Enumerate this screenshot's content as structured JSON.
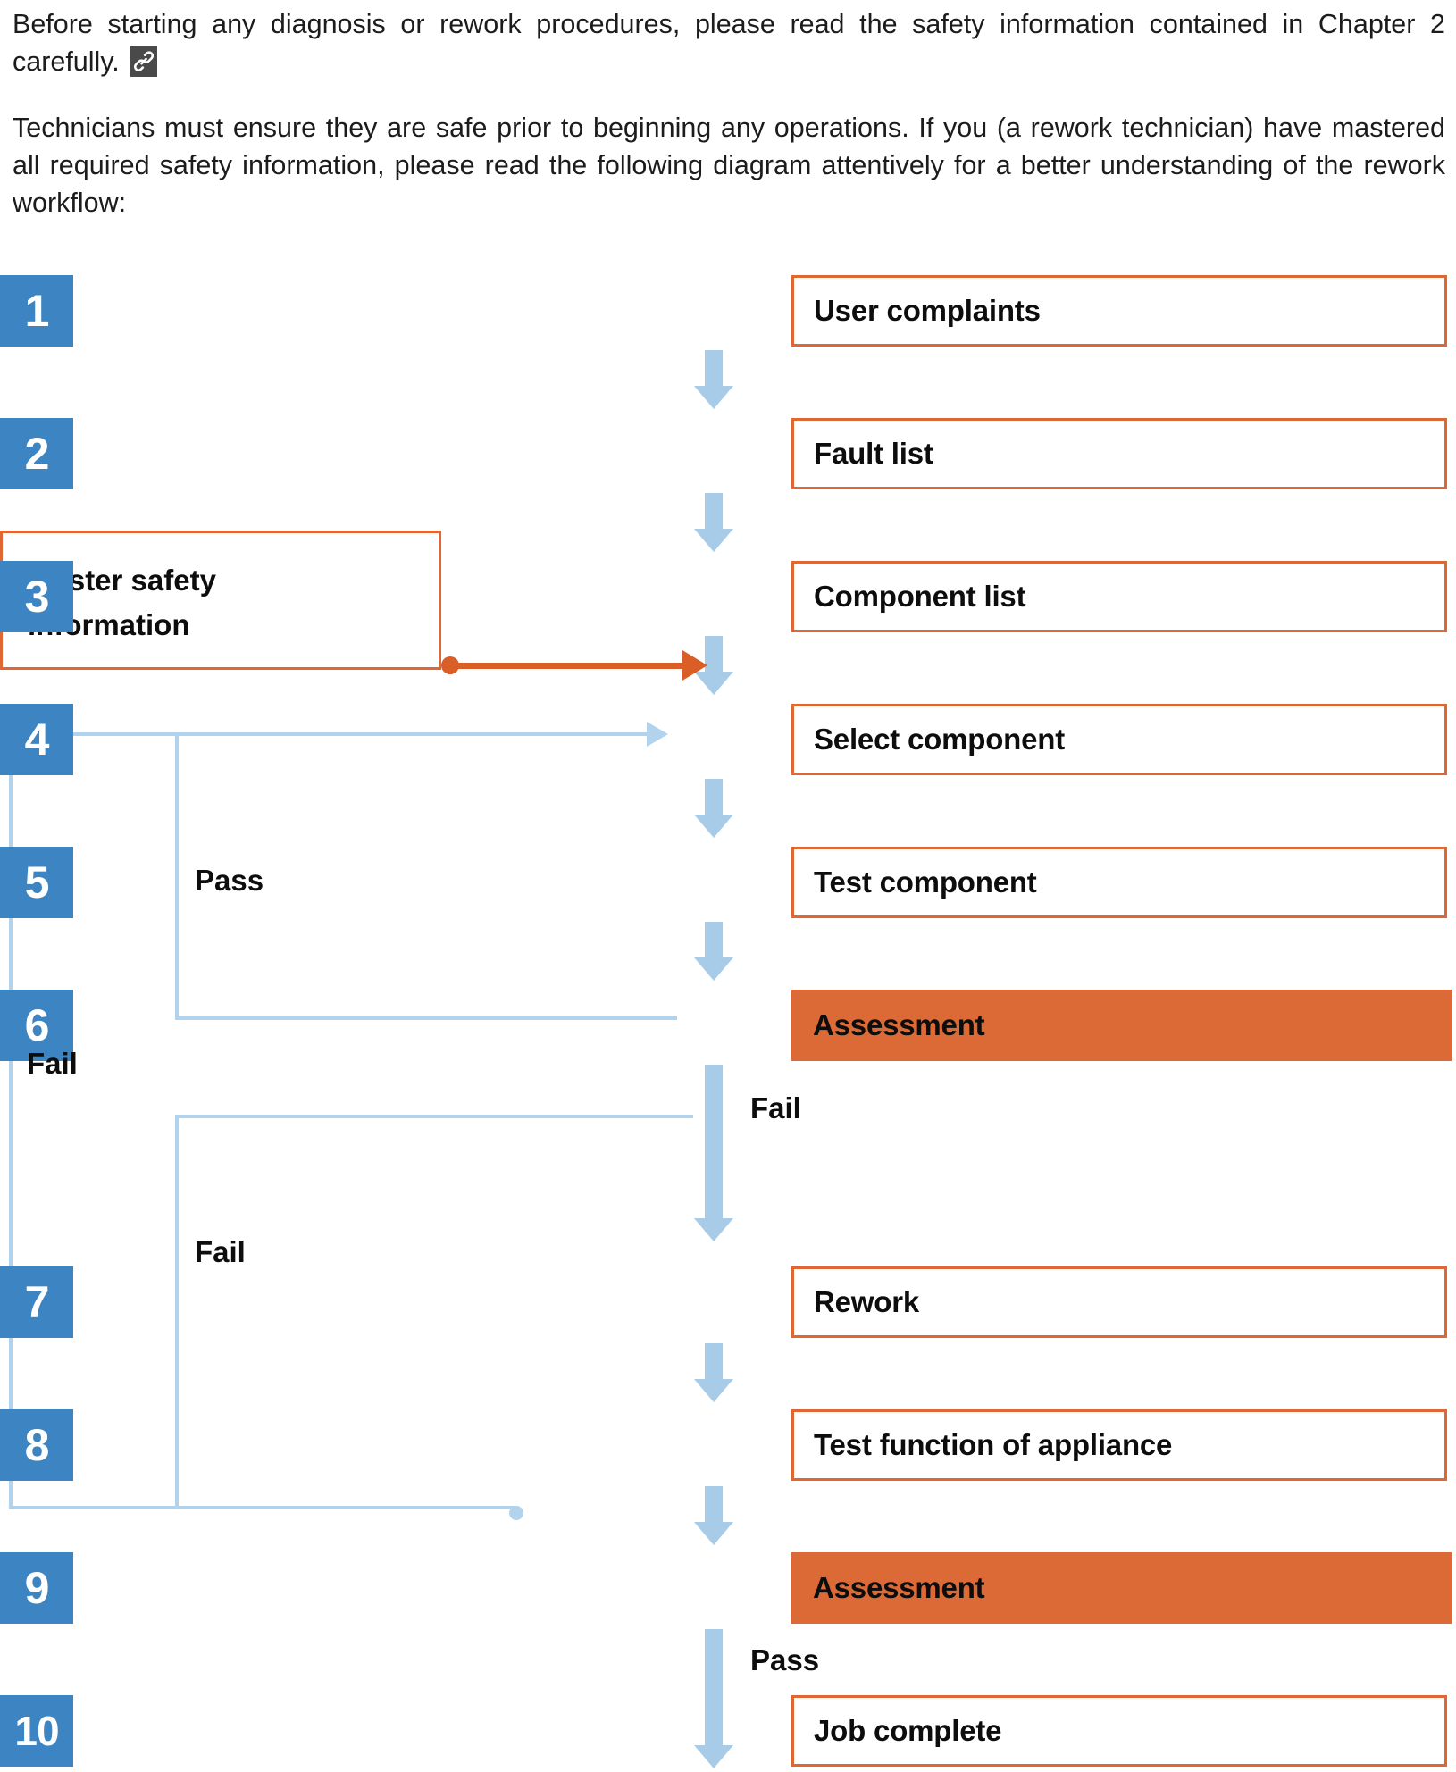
{
  "intro": {
    "paragraph_1_before_icon": "Before starting any diagnosis or rework procedures, please read the safety information contained in Chapter 2 carefully.",
    "link_icon_name": "link-icon",
    "paragraph_2": "Technicians must ensure they are safe prior to beginning any operations. If you (a rework technician) have mastered all required safety information, please read the following diagram attentively for a better understanding of the rework workflow:"
  },
  "colors": {
    "step_number_blue": "#3c85c2",
    "arrow_light_blue": "#a8cce8",
    "rail_light_blue": "#b2d3ed",
    "box_border_orange": "#df6733",
    "assessment_fill_orange": "#db6a36",
    "connector_orange": "#da5f27",
    "icon_gray": "#4a4a4a"
  },
  "flowchart": {
    "type": "flowchart",
    "side_box": {
      "line1": "Master safety",
      "line2": "information"
    },
    "steps": [
      {
        "number": "1",
        "label": "User complaints",
        "style": "outline"
      },
      {
        "number": "2",
        "label": "Fault list",
        "style": "outline"
      },
      {
        "number": "3",
        "label": "Component list",
        "style": "outline"
      },
      {
        "number": "4",
        "label": "Select component",
        "style": "outline"
      },
      {
        "number": "5",
        "label": "Test component",
        "style": "outline"
      },
      {
        "number": "6",
        "label": "Assessment",
        "style": "filled"
      },
      {
        "number": "7",
        "label": "Rework",
        "style": "outline"
      },
      {
        "number": "8",
        "label": "Test function of appliance",
        "style": "outline"
      },
      {
        "number": "9",
        "label": "Assessment",
        "style": "filled"
      },
      {
        "number": "10",
        "label": "Job complete",
        "style": "outline"
      }
    ],
    "edge_labels": {
      "pass_from_6": "Pass",
      "fail_outer": "Fail",
      "fail_from_6": "Fail",
      "fail_from_9": "Fail",
      "pass_from_9": "Pass"
    }
  }
}
